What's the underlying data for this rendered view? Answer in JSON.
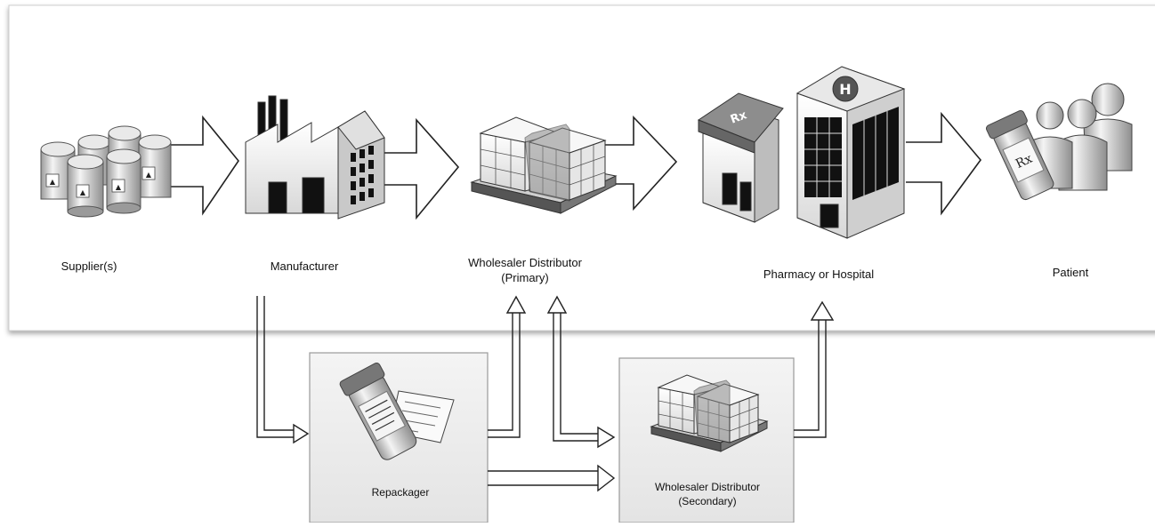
{
  "nodes": {
    "supplier": {
      "label": "Supplier(s)"
    },
    "manufacturer": {
      "label": "Manufacturer"
    },
    "wholesaler_primary": {
      "label_line1": "Wholesaler Distributor",
      "label_line2": "(Primary)"
    },
    "pharmacy_hospital": {
      "label": "Pharmacy or Hospital"
    },
    "patient": {
      "label": "Patient"
    },
    "repackager": {
      "label": "Repackager"
    },
    "wholesaler_secondary": {
      "label_line1": "Wholesaler Distributor",
      "label_line2": "(Secondary)"
    }
  },
  "icon_text": {
    "barrel_mark": "▲",
    "hospital_sign": "H",
    "pharmacy_sign": "Rx",
    "bottle_label": "Rx"
  }
}
